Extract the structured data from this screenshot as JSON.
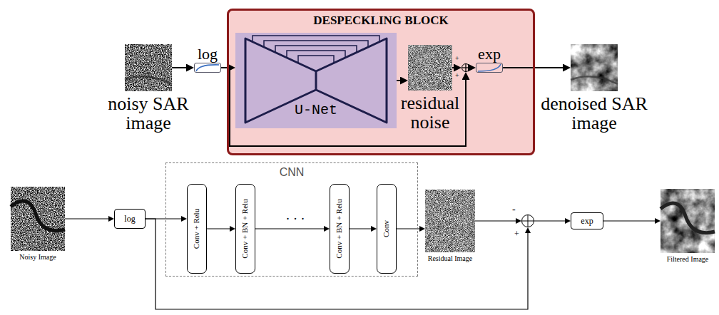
{
  "diagram": {
    "nodes": [
      {
        "text": [
          "noisy SAR image"
        ]
      },
      {
        "text": [
          "log"
        ]
      },
      {
        "text": [
          "DESPECKLING BLOCK"
        ]
      },
      {
        "text": [
          "U-Net"
        ],
        "in": 2
      },
      {
        "text": [
          "residual noise"
        ],
        "in": 2
      },
      {
        "text": [
          "+",
          "+"
        ],
        "in": 2
      },
      {
        "text": [
          "exp"
        ],
        "in": 2
      },
      {
        "text": [
          "denoised SAR image"
        ]
      },
      {
        "text": [
          "Noisy Image"
        ]
      },
      {
        "text": [
          "log"
        ]
      },
      {
        "text": [
          "CNN"
        ]
      },
      {
        "text": [
          "Conv + Relu"
        ],
        "in": 10
      },
      {
        "text": [
          "Conv + BN + Relu"
        ],
        "in": 10
      },
      {
        "text": [
          "Conv + BN + Relu"
        ],
        "in": 10
      },
      {
        "text": [
          "Conv"
        ],
        "in": 10
      },
      {
        "text": [
          "Residual Image"
        ]
      },
      {
        "text": [
          "-",
          "+"
        ]
      },
      {
        "text": [
          "exp"
        ]
      },
      {
        "text": [
          "Filtered Image"
        ]
      }
    ],
    "edges": [
      {
        "from": 0,
        "to": 1,
        "arrow": "to"
      },
      {
        "from": 1,
        "to": 3,
        "arrow": "to"
      },
      {
        "from": 3,
        "to": 4,
        "arrow": "to"
      },
      {
        "from": 4,
        "to": 5,
        "arrow": "to"
      },
      {
        "from": 1,
        "to": 5,
        "arrow": "to"
      },
      {
        "from": 5,
        "to": 6,
        "arrow": "to"
      },
      {
        "from": 6,
        "to": 7,
        "arrow": "to"
      },
      {
        "from": 8,
        "to": 9,
        "arrow": "to"
      },
      {
        "from": 9,
        "to": 11,
        "arrow": "to"
      },
      {
        "from": 11,
        "to": 12,
        "arrow": "to"
      },
      {
        "from": 12,
        "to": 13,
        "arrow": "to"
      },
      {
        "from": 13,
        "to": 14,
        "arrow": "to"
      },
      {
        "from": 14,
        "to": 15,
        "arrow": "to"
      },
      {
        "from": 15,
        "to": 16,
        "arrow": "to"
      },
      {
        "from": 9,
        "to": 16,
        "arrow": "to"
      },
      {
        "from": 16,
        "to": 17,
        "arrow": "to"
      },
      {
        "from": 17,
        "to": 18,
        "arrow": "to"
      }
    ],
    "labels": [
      "· · ·"
    ]
  }
}
